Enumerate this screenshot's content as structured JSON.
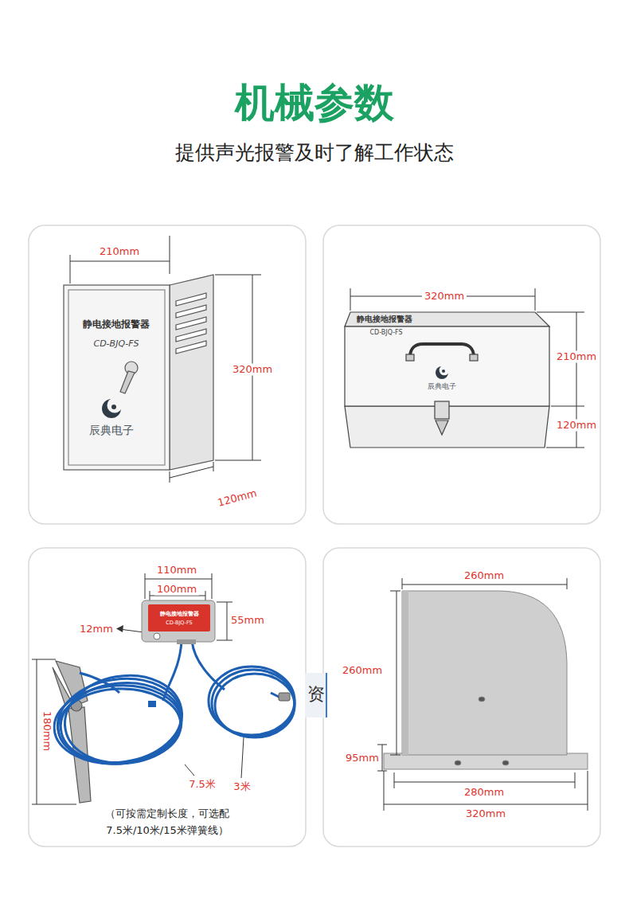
{
  "diagram": {
    "title": "机械参数",
    "nodes": [
      {
        "text": [
          "静电接地报警器",
          "CD-BJQ-FS",
          "辰典电子"
        ]
      },
      {
        "text": [
          "静电接地报警器",
          "CD-BJQ-FS",
          "辰典电子"
        ]
      },
      {
        "text": [
          "静电接地报警器",
          "CD-BJQ-FS"
        ]
      }
    ],
    "labels": [
      "提供声光报警及时了解工作状态",
      "210mm",
      "320mm",
      "120mm",
      "320mm",
      "210mm",
      "120mm",
      "110mm",
      "100mm",
      "12mm",
      "55mm",
      "180mm",
      "7.5米",
      "3米",
      "（可按需定制长度，可选配 7.5米/10米/15米弹簧线）",
      "资",
      "260mm",
      "260mm",
      "95mm",
      "280mm",
      "320mm"
    ]
  }
}
